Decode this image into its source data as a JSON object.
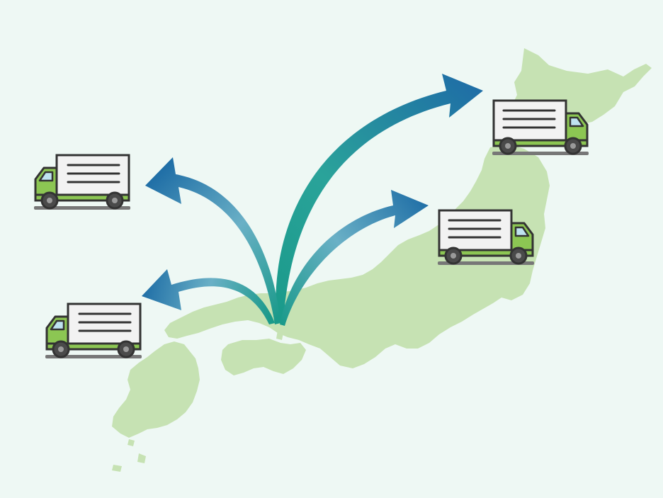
{
  "colors": {
    "background": "#eef8f4",
    "land": "#c6e2b3",
    "truck_cab": "#8cc653",
    "truck_box": "#f2f2f2",
    "outline": "#333333",
    "wheel": "#4a4a4a",
    "window": "#bfe3f0",
    "shadow": "#777777",
    "arrow_dark": "#1f6ea6",
    "arrow_teal": "#1a9a8a",
    "arrow_light": "#6ab0c6"
  },
  "icons": {
    "truck": "delivery-truck-icon",
    "arrow": "curved-arrow-icon"
  },
  "trucks": [
    {
      "name": "northeast",
      "facing": "right"
    },
    {
      "name": "east",
      "facing": "right"
    },
    {
      "name": "west-upper",
      "facing": "left"
    },
    {
      "name": "west-lower",
      "facing": "left"
    }
  ],
  "arrows": [
    {
      "name": "to-northeast"
    },
    {
      "name": "to-east"
    },
    {
      "name": "to-west-upper"
    },
    {
      "name": "to-west-lower"
    }
  ]
}
